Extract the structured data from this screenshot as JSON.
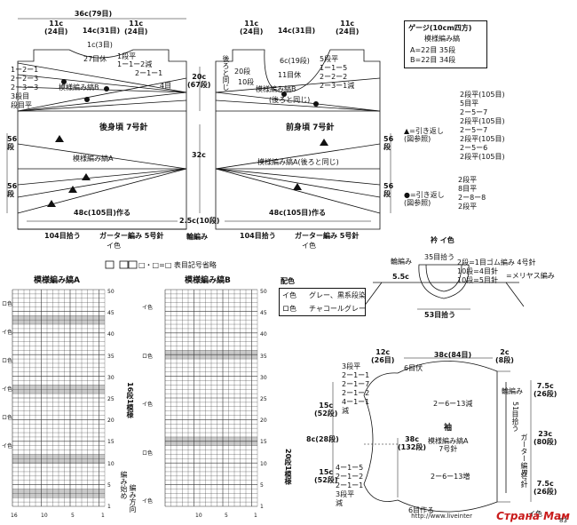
{
  "back": {
    "top_width": "36c(79目)",
    "shoulder_l": "11c\n(24目)",
    "shoulder_r": "11c\n(24目)",
    "neck": "14c(31目)",
    "neck_rest": "1c(3目)",
    "neck_rest2": "27目休",
    "neck_rows": "1段平\n1ー1ー2減",
    "neck_rows2": "2ー1ー1",
    "left_steps": [
      "1ー2ー1",
      "2ー2ー3",
      "2ー3ー3",
      "3段目",
      "段目平"
    ],
    "patB": "模様編み縞B",
    "rows4": "4目",
    "name": "後身頃 7号針",
    "patA": "模様編み縞A",
    "width_bottom": "48c(105目)作る",
    "pickup": "104目拾う",
    "garter": "ガーター編み 5号針",
    "color_a": "イ色",
    "h_left1": "56\n段",
    "h_left2": "56\n段",
    "armhole_h": "20c\n(67段)",
    "body_h": "32c",
    "rib_h": "2.5c(10段)",
    "rib": "輪編み"
  },
  "front": {
    "shoulder_l": "11c\n(24目)",
    "shoulder_r": "11c\n(24目)",
    "neck": "14c(31目)",
    "neck_c": "6c(19段)",
    "neck_rows": [
      "5段平",
      "1ー1ー5",
      "2ー2ー2",
      "2ー3ー1減"
    ],
    "side_note": "後ろと同じ",
    "r20": "20段",
    "r10": "10段",
    "rest": "11目休",
    "same": "(後ろと同じ)",
    "patB": "模様編み縞B",
    "name": "前身頃 7号針",
    "patA": "模様編み縞A(後ろと同じ)",
    "width_bottom": "48c(105目)作る",
    "pickup": "104目拾う",
    "garter": "ガーター編み 5号針",
    "color_a": "イ色",
    "h_r1": "56\n段",
    "h_r2": "56\n段"
  },
  "gauge": {
    "title": "ゲージ(10cm四方)",
    "sub": "模様編み縞",
    "a": "A=22目 35段",
    "b": "B=22目 34段"
  },
  "legend_triangle": {
    "label": "▲=引き返し\n(図参照)",
    "rows": [
      "2段平(105目)",
      "5目平",
      "2ー5ー7",
      "2段平(105目)",
      "2ー5ー7",
      "2段平(105目)",
      "2ー5ー6",
      "2段平(105目)"
    ]
  },
  "legend_circle": {
    "label": "●=引き返し\n(図参照)",
    "rows": [
      "2段平",
      "8目平",
      "2ー8ー8",
      "2段平"
    ]
  },
  "collar": {
    "title": "衿 イ色",
    "rib_label": "輪編み",
    "pick": "35目拾う",
    "rows1": "2段=1目ゴム編み 4号針",
    "rows2": "10段=4目針",
    "rows3": "10段=5目針",
    "rib_note": "=メリヤス編み",
    "height": "5.5c",
    "bottom": "53目拾う"
  },
  "symbol_note": {
    "text": "□・□=□ 表目記号省略"
  },
  "chartA": {
    "title": "模様編み縞A",
    "right_nums": [
      "50",
      "45",
      "40",
      "35",
      "30",
      "25",
      "20",
      "15",
      "10",
      "5",
      "1"
    ],
    "bottom_nums": [
      "16",
      "10",
      "5",
      "1"
    ],
    "left_labels": [
      "ロ色",
      "イ色",
      "ロ色",
      "イ色",
      "ロ色",
      "イ色"
    ],
    "repeat": "16段1模様",
    "start": "編み始め",
    "start2": "編み方向"
  },
  "chartB": {
    "title": "模様編み縞B",
    "right_nums": [
      "50",
      "45",
      "40",
      "35",
      "30",
      "25",
      "20",
      "15",
      "10",
      "5",
      "1"
    ],
    "bottom_nums": [
      "10",
      "5",
      "1"
    ],
    "left_labels": [
      "イ色",
      "ロ色",
      "イ色",
      "ロ色",
      "イ色"
    ],
    "repeat": "20段1模様"
  },
  "color_key": {
    "title": "配色",
    "i": "イ色",
    "i_val": "グレー、黒系段染",
    "ro": "ロ色",
    "ro_val": "チャコールグレー"
  },
  "sleeve": {
    "top_w": "38c(84目)",
    "left_w": "12c\n(26目)",
    "right_w": "2c\n(8段)",
    "rest": "6目伏",
    "steps_top": [
      "3段平",
      "2ー1ー1",
      "2ー1ー7",
      "2ー1ー2",
      "4ー1ー1",
      "減"
    ],
    "h1": "15c\n(52段)",
    "h2": "8c(28段)",
    "h3": "15c\n(52段)",
    "steps_bottom": [
      "4ー1ー5",
      "2ー1ー2",
      "2ー1ー1",
      "3段平",
      "減"
    ],
    "dec_top": "2ー6ー13減",
    "dec_bot": "2ー6ー13増",
    "name": "袖",
    "w38": "38c\n(132段)",
    "pat": "模様編み縞A\n7号針",
    "cast": "6目作る",
    "rib_lbl": "輪編み",
    "pick": "51目拾う",
    "garter_v": "ガーター編み",
    "needle": "5号針",
    "rib_h": "7.5c\n(26段)",
    "mid_h": "23c\n(80段)",
    "rib_h2": "7.5c\n(26段)",
    "color": "イ色"
  },
  "watermark": "Страна Мам",
  "url": "http://www.liveinter",
  "page_num": "83"
}
